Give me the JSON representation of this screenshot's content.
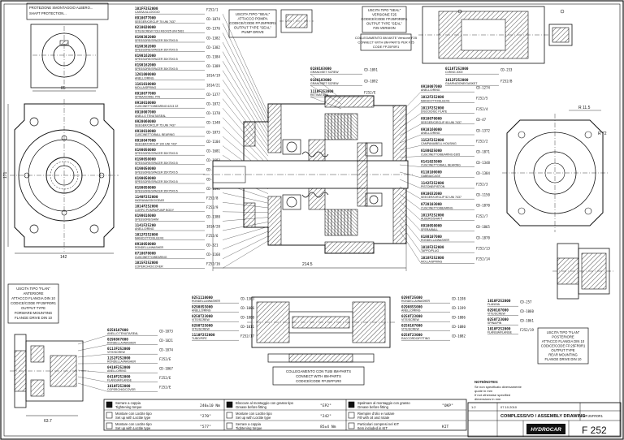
{
  "note_box": {
    "lines": [
      "PROTEZIONE SMONTAGGIO ALBERO...",
      "SHAFT PROTECTION..."
    ]
  },
  "dims": {
    "top_left_width": "85",
    "height_left": "171",
    "bottom_left_width": "142",
    "center_length": "214.5",
    "bottom_detail": "63.7",
    "right_r1": "R 11.5",
    "right_r2": "R 72"
  },
  "callouts_top": {
    "seat_box": [
      "USCITA TIPO \"SEAL\"",
      "ATTACCO POMPA",
      "CODICE/CODE FP.25FR0R1",
      "OUTPUT TYPE \"SEAL\"",
      "PUMP DRIVE"
    ],
    "seat_box_right": [
      "USCITA TIPO \"SEAL\"",
      "VERSIONE F25",
      "CODICE/CODE FP.25F0R0R1",
      "OUTPUT TYPE \"SEAL\"",
      "F25 VERSION"
    ],
    "connect_box": [
      "COLLEGAMENTO 8M ANTE Versione F25",
      "CONNECT WITH 8M-PARTS PER F25",
      "CODE FP.25F0R1"
    ]
  },
  "parts_left": [
    {
      "code": "101FF252000",
      "desc": "CASSA ALLOGGIO",
      "ref": "F252/1"
    },
    {
      "code": "0910077000",
      "desc": "SEEGER/CIRCLIP 75 UNI 7437",
      "ref": "CD-1074"
    },
    {
      "code": "0210020000",
      "desc": "VITE/SCREW TCEI M10X25 UNI 5931",
      "ref": "CD-1376"
    },
    {
      "code": "0190382000",
      "desc": "SPESSORE/SPACER 35X75X0.5",
      "ref": "CD-1382"
    },
    {
      "code": "0190382000",
      "desc": "SPESSORE/SPACER 35X75X0.5",
      "ref": "CD-1382"
    },
    {
      "code": "0190162000",
      "desc": "SPESSORE/SPACER 35X75X0.5",
      "ref": "CD-1384"
    },
    {
      "code": "0190162000",
      "desc": "SPESSORE/SPACER 35X75X0.5",
      "ref": "CD-1389"
    },
    {
      "code": "1201000000",
      "desc": "ANELLO/RING",
      "ref": "1814/19"
    },
    {
      "code": "1101010000",
      "desc": "MOLLA/SPRING",
      "ref": "1814/21"
    },
    {
      "code": "0910077000",
      "desc": "SPINA/DOWEL PIN",
      "ref": "CD-1377"
    },
    {
      "code": "0910010000",
      "desc": "CUSCINETTO/BEARING 6213 ZZ",
      "ref": "CD-1872"
    },
    {
      "code": "0910007000",
      "desc": "ANELLO TENUTA/SEAL",
      "ref": "CD-1378"
    },
    {
      "code": "0920060000",
      "desc": "SEEGER/CIRCLIP 75 UNI 7437",
      "ref": "CD-1348"
    },
    {
      "code": "0910010000",
      "desc": "CUSCINETTO/BALL BEARING",
      "ref": "CD-1873"
    },
    {
      "code": "0910047000",
      "desc": "SEEGER/CIRCLIP 100 UNI 7437",
      "ref": "CD-1104"
    },
    {
      "code": "0190050000",
      "desc": "SPESSORE/SPACER 35X75X0.5",
      "ref": "CD-1681"
    },
    {
      "code": "0190050000",
      "desc": "SPESSORE/SPACER 35X75X0.5",
      "ref": "CD-1693"
    },
    {
      "code": "0190050000",
      "desc": "SPESSORE/SPACER 35X75X0.5",
      "ref": "CD-1674"
    },
    {
      "code": "0190050000",
      "desc": "SPESSORE/SPACER 35X75X0.5",
      "ref": "CD-1690"
    },
    {
      "code": "0190050000",
      "desc": "SPESSORE/SPACER 35X75X0.5",
      "ref": "CD-1692"
    },
    {
      "code": "1140F252000",
      "desc": "INGRANAGGIO/GEAR",
      "ref": "F252/8"
    },
    {
      "code": "1014F252000",
      "desc": "CORPO POMPA/PUMP BODY",
      "ref": "F252/9"
    },
    {
      "code": "0190016000",
      "desc": "SPESSORE/SHIM",
      "ref": "CD-1380"
    },
    {
      "code": "1141F25200",
      "desc": "ANELLO/RING",
      "ref": "1814/20"
    },
    {
      "code": "1012F252000",
      "desc": "MANICOTTO/SLEEVE",
      "ref": "F252/6"
    },
    {
      "code": "0910050000",
      "desc": "RONDELLA/WASHER",
      "ref": "CD-321"
    },
    {
      "code": "0710070000",
      "desc": "CUSCINETTO/BEARING",
      "ref": "CD-1160"
    },
    {
      "code": "1015F252000",
      "desc": "COPERCHIO/COVER",
      "ref": "F252/16"
    }
  ],
  "parts_right": [
    {
      "code": "0910007000",
      "desc": "ANELLO/RING",
      "ref": "CD-1274"
    },
    {
      "code": "1012F252000",
      "desc": "MANICOTTO/SLEEVE",
      "ref": "F252/5"
    },
    {
      "code": "1013F252000",
      "desc": "DISCO/DISC PLATE",
      "ref": "F252/4"
    },
    {
      "code": "0910070000",
      "desc": "SEEGER/CIRCLIP 95 UNI 7437",
      "ref": "CD-47"
    },
    {
      "code": "0910160000",
      "desc": "ANELLO/RING",
      "ref": "CD-1372"
    },
    {
      "code": "1152F252000",
      "desc": "CAMPANA/BELL HOUSING",
      "ref": "F252/2"
    },
    {
      "code": "0180025000",
      "desc": "CUSCINETTO/BEARING 6305",
      "ref": "CD-1871"
    },
    {
      "code": "0141025000",
      "desc": "CUSCINETTO/BALL BEARING",
      "ref": "CD-1348"
    },
    {
      "code": "0110100000",
      "desc": "GABBIA/CAGE",
      "ref": "CD-1384"
    },
    {
      "code": "1142F252000",
      "desc": "PISTONE/PISTON",
      "ref": "F252/3"
    },
    {
      "code": "0910032000",
      "desc": "SEEGER/CIRCLIP 52 UNI 7437",
      "ref": "CD-1150"
    },
    {
      "code": "0720103000",
      "desc": "CUSCINETTO/BEARING",
      "ref": "CD-1870"
    },
    {
      "code": "1013F252000",
      "desc": "ALBERO/SHAFT",
      "ref": "F252/7"
    },
    {
      "code": "0910050000",
      "desc": "SFERA/BALL",
      "ref": "CD-1865"
    },
    {
      "code": "0180107000",
      "desc": "RONDELLA/WASHER",
      "ref": "CD-1870"
    },
    {
      "code": "1018F252000",
      "desc": "TAPPO/PLUG",
      "ref": "F252/13"
    },
    {
      "code": "1018F252000",
      "desc": "MOLLA/SPRING",
      "ref": "F252/14"
    }
  ],
  "top_center_parts": [
    {
      "code": "0180103000",
      "desc": "GRANO/SET SCREW",
      "ref": "CD-1091"
    },
    {
      "code": "0180103000",
      "desc": "GRANO/SET SCREW",
      "ref": "CD-1092"
    },
    {
      "code": "1110F252000",
      "desc": "RETINATURA",
      "ref": "F252/E"
    }
  ],
  "top_right_parts": [
    {
      "code": "0110T252000",
      "desc": "O-RING 2000",
      "ref": "CD-233"
    },
    {
      "code": "1012F252000",
      "desc": "GUARNIZIONE/GASKET",
      "ref": "F252/B"
    }
  ],
  "flange_box": [
    "USCITA TIPO \"FLAN\"",
    "ANTERIORE",
    "ATTACCO FLANGIA DIN 10",
    "CODICE/CODE FP.25FR0R1",
    "OUTPUT TYPE",
    "FORWARD MOUNTING",
    "FLANGE DRIVE DIN 10"
  ],
  "flange_box_right": [
    "USCITA TIPO \"FLAN\"",
    "POSTERIORE",
    "ATTACCO FLANGIA DIN 10",
    "CODICE/CODE FP.25FR0R1",
    "OUTPUT TYPE",
    "REAR MOUNTING",
    "FLANGE DRIVE DIN 10"
  ],
  "bottom_left_parts": [
    {
      "code": "0250107000",
      "desc": "ANELLO TENUTA/SEAL",
      "ref": "CD-1073"
    },
    {
      "code": "0290867000",
      "desc": "RONDELLA/WASHER",
      "ref": "CD-1021"
    },
    {
      "code": "0113F252000",
      "desc": "VITE/SCREW",
      "ref": "CD-1074"
    },
    {
      "code": "1152F252000",
      "desc": "RONDELLA/WASHER",
      "ref": "F252/E"
    },
    {
      "code": "0410F252000",
      "desc": "ANELLO/RING",
      "ref": "CD-1067"
    },
    {
      "code": "0410F252000",
      "desc": "FLANGIA/FLANGE",
      "ref": "F252/E"
    },
    {
      "code": "1010F252000",
      "desc": "COPERCHIO/COVER",
      "ref": "F252/E"
    }
  ],
  "bottom_center_parts_left": [
    {
      "code": "0251110000",
      "desc": "RONDELLA/WASHER",
      "ref": "CD-1303"
    },
    {
      "code": "0290855000",
      "desc": "ANELLO/RING",
      "ref": "CD-1006"
    },
    {
      "code": "0250T23000",
      "desc": "VITE/SCREW",
      "ref": "CD-1000"
    },
    {
      "code": "0290T25000",
      "desc": "VITE/SCREW",
      "ref": "CD-1011"
    },
    {
      "code": "1110F252000",
      "desc": "TUBO/PIPE",
      "ref": "F252/17"
    }
  ],
  "bottom_center_parts_right": [
    {
      "code": "0290T25000",
      "desc": "RONDELLA/WASHER",
      "ref": "CD-1198"
    },
    {
      "code": "0290855000",
      "desc": "ANELLO/RING",
      "ref": "CD-1199"
    },
    {
      "code": "0250T23000",
      "desc": "VITE/SCREW",
      "ref": "CD-1006"
    },
    {
      "code": "0250107000",
      "desc": "VITE/SCREW",
      "ref": "CD-1080"
    },
    {
      "code": "0250T23000",
      "desc": "RACCORDO/FITTING",
      "ref": "CD-1082"
    }
  ],
  "bottom_center_box": [
    "COLLEGAMENTO CON TUBI 8M-PARTS",
    "CONNECT WITH 8M-PARTS",
    "CODICE/CODE FP.25FP1R0"
  ],
  "right_detail_parts": [
    {
      "code": "1010F252000",
      "desc": "FLANGIA",
      "ref": "CD-257"
    },
    {
      "code": "0290107000",
      "desc": "VITE/SCREW",
      "ref": "CD-1060"
    },
    {
      "code": "0250T23000",
      "desc": "SPINA/PIN",
      "ref": "CD-1061"
    },
    {
      "code": "1010F252000",
      "desc": "FLANGIA/FLANGE",
      "ref": "F252/19"
    }
  ],
  "legend": [
    {
      "symbol": "",
      "text1": "Serrare a coppia",
      "text2": "Tightening torque",
      "value": "240±10 Nm"
    },
    {
      "symbol": "",
      "text1": "Montare con Loctite tipo",
      "text2": "Set up with Loctite type",
      "value": "\"270\""
    },
    {
      "symbol": "",
      "text1": "Montare con Loctite tipo",
      "text2": "Set up with Loctite type",
      "value": "\"577\""
    },
    {
      "symbol": "",
      "text1": "Bloccare al montaggio con grasso tipo",
      "text2": "Grease before fitting",
      "value": "\"EP2\""
    },
    {
      "symbol": "",
      "text1": "Montare con Loctite tipo",
      "text2": "Set up with Loctite type",
      "value": "\"242\""
    },
    {
      "symbol": "",
      "text1": "Serrare a coppia",
      "text2": "Tightening torque",
      "value": "85±4 Nm"
    },
    {
      "symbol": "",
      "text1": "Spalmare al montaggio con grasso",
      "text2": "Grease before fitting",
      "value": "\"OKP\""
    },
    {
      "symbol": "",
      "text1": "Riempire d'olio e ruotare",
      "text2": "Fill with oil and rotate",
      "value": ""
    },
    {
      "symbol": "",
      "text1": "Particolari compresi nel KIT",
      "text2": "Item included in KIT",
      "value": "KIT"
    }
  ],
  "notes": [
    "NOTE/NOTES:",
    "Se non specificato diversamente",
    "quote in mm",
    "If not otherwise specified",
    "dimensions in mm"
  ],
  "title_block": {
    "title": "COMPLESSIVO / ASSEMBLY DRAWING",
    "code": "F 252",
    "company": "HYDROCAR",
    "ref": "FP.25FR0R1",
    "scale": "1:2",
    "date": "07.10.2010"
  }
}
